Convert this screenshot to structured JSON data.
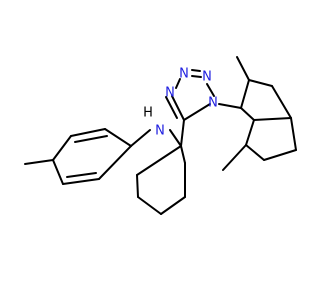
{
  "diagram": {
    "type": "chemical-structure",
    "colors": {
      "bond": "#000000",
      "nitrogen": "#1f1fe0",
      "hydrogen": "#000000",
      "background": "#ffffff"
    },
    "labels": {
      "n_tetrazole_top": "N",
      "n_tetrazole_upper_right": "N",
      "n_tetrazole_right": "N",
      "n_tetrazole_left": "N",
      "n_amine": "N",
      "h_amine": "H"
    }
  }
}
